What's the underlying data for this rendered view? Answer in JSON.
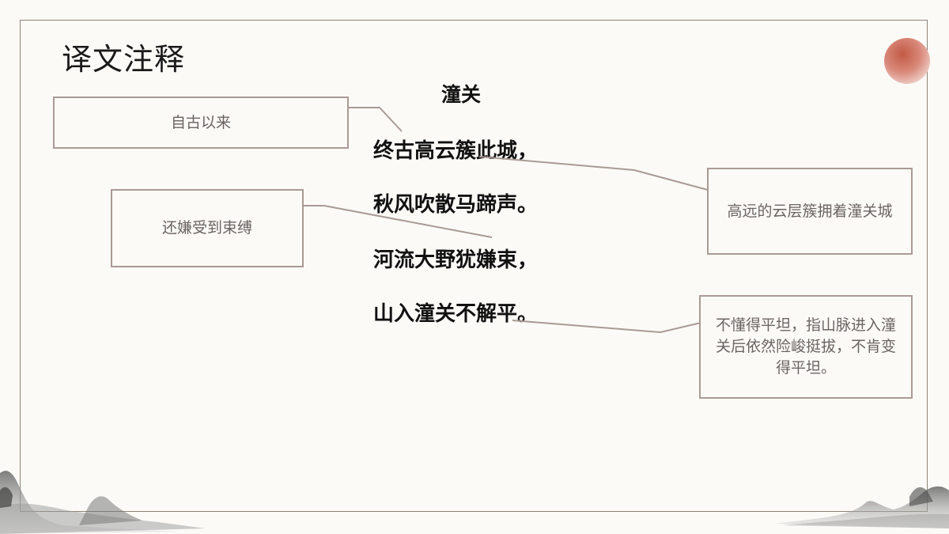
{
  "slide": {
    "title": "译文注释"
  },
  "poem": {
    "title": "潼关",
    "lines": [
      "终古高云簇此城，",
      "秋风吹散马蹄声。",
      "河流大野犹嫌束，",
      "山入潼关不解平。"
    ]
  },
  "annotations": [
    {
      "text": "自古以来"
    },
    {
      "text": "还嫌受到束缚"
    },
    {
      "text": "高远的云层簇拥着潼关城"
    },
    {
      "text": "不懂得平坦，指山脉进入潼关后依然险峻挺拔，不肯变得平坦。"
    }
  ],
  "colors": {
    "connector": "#a99a95",
    "box_border": "#a99a95",
    "box_text": "#6b6462",
    "sun": "#c25a46"
  }
}
